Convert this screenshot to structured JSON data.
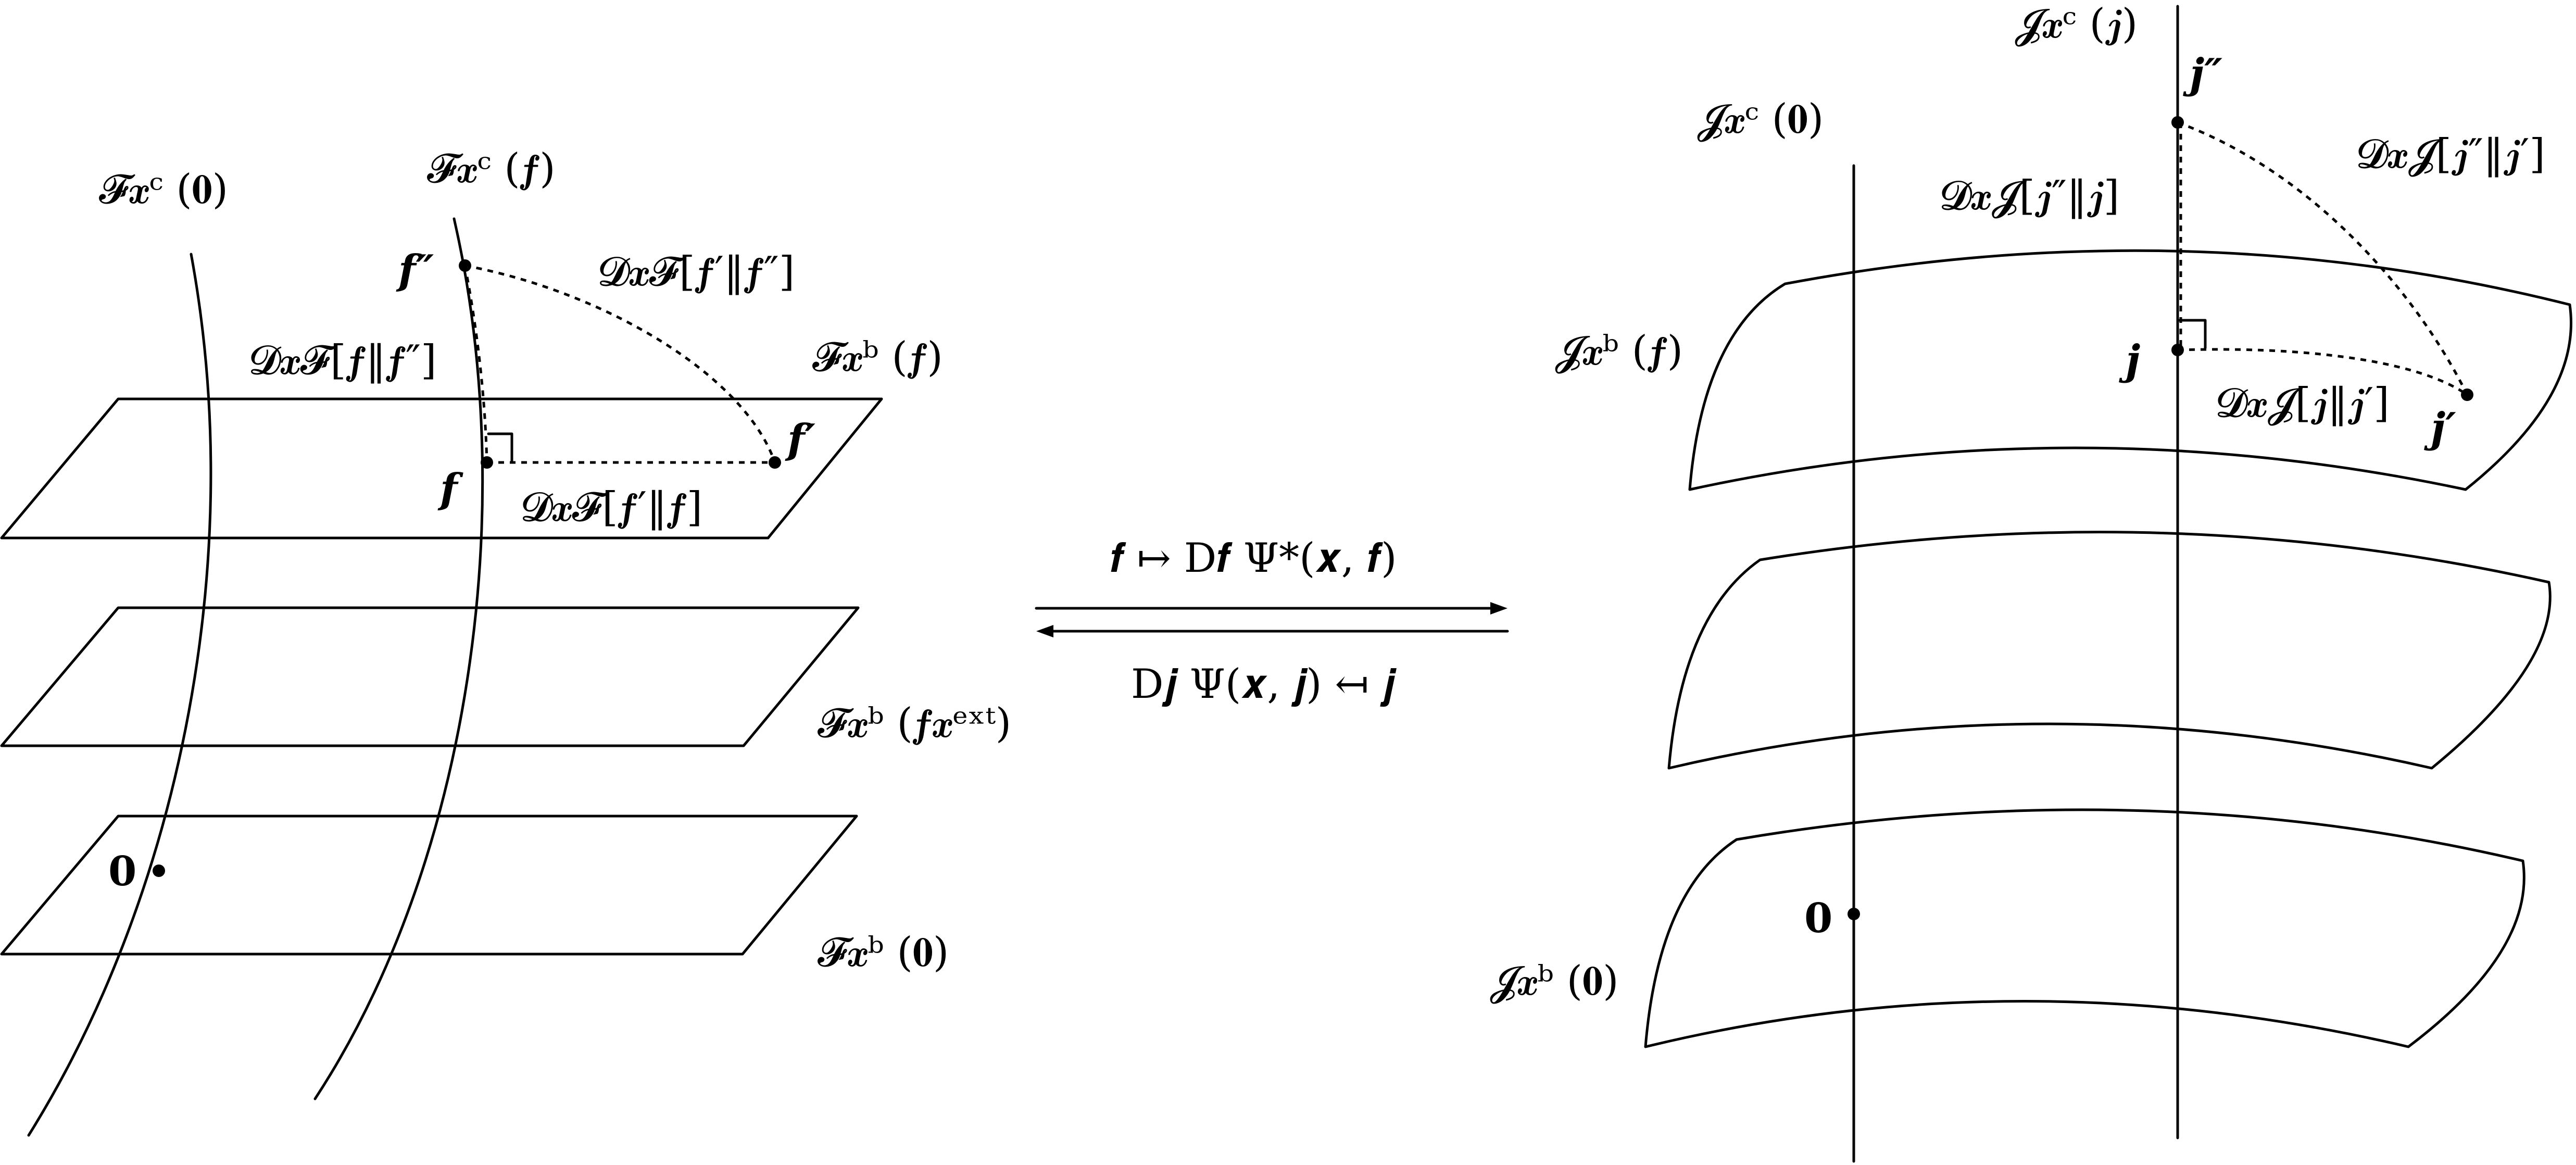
{
  "left_space": {
    "fibers": {
      "zero": "𝓕𝒙ᶜ (𝟎)",
      "f": "𝓕𝒙ᶜ (𝒇)"
    },
    "planes": {
      "f": "𝓕𝒙ᵇ (𝒇)",
      "fext": "𝓕𝒙ᵇ (𝒇𝒙ᵉˣᵗ)",
      "zero": "𝓕𝒙ᵇ (𝟎)"
    },
    "points": {
      "f": "𝒇",
      "f_double_prime": "𝒇″",
      "f_prime": "𝒇′",
      "zero": "𝟎"
    },
    "divergences": {
      "f_fpp": "𝓓𝒙𝓕[𝒇‖𝒇″]",
      "fp_fpp": "𝓓𝒙𝓕[𝒇′‖𝒇″]",
      "fp_f": "𝓓𝒙𝓕[𝒇′‖𝒇]"
    }
  },
  "map": {
    "forward": "𝒇 ↦ D𝒇 Ψ*(𝒙, 𝒇)",
    "backward": "D𝒋 Ψ(𝒙, 𝒋) ↤ 𝒋"
  },
  "right_space": {
    "fibers": {
      "zero": "𝓙𝒙ᶜ (𝟎)",
      "j": "𝓙𝒙ᶜ (𝒋)"
    },
    "sheets": {
      "f": "𝓙𝒙ᵇ (𝒇)",
      "zero": "𝓙𝒙ᵇ (𝟎)"
    },
    "points": {
      "j": "𝒋",
      "j_double_prime": "𝒋″",
      "j_prime": "𝒋′",
      "zero": "𝟎"
    },
    "divergences": {
      "jpp_j": "𝓓𝒙𝓙[𝒋″‖𝒋]",
      "jpp_jp": "𝓓𝒙𝓙[𝒋″‖𝒋′]",
      "j_jp": "𝓓𝒙𝓙[𝒋‖𝒋′]"
    }
  }
}
